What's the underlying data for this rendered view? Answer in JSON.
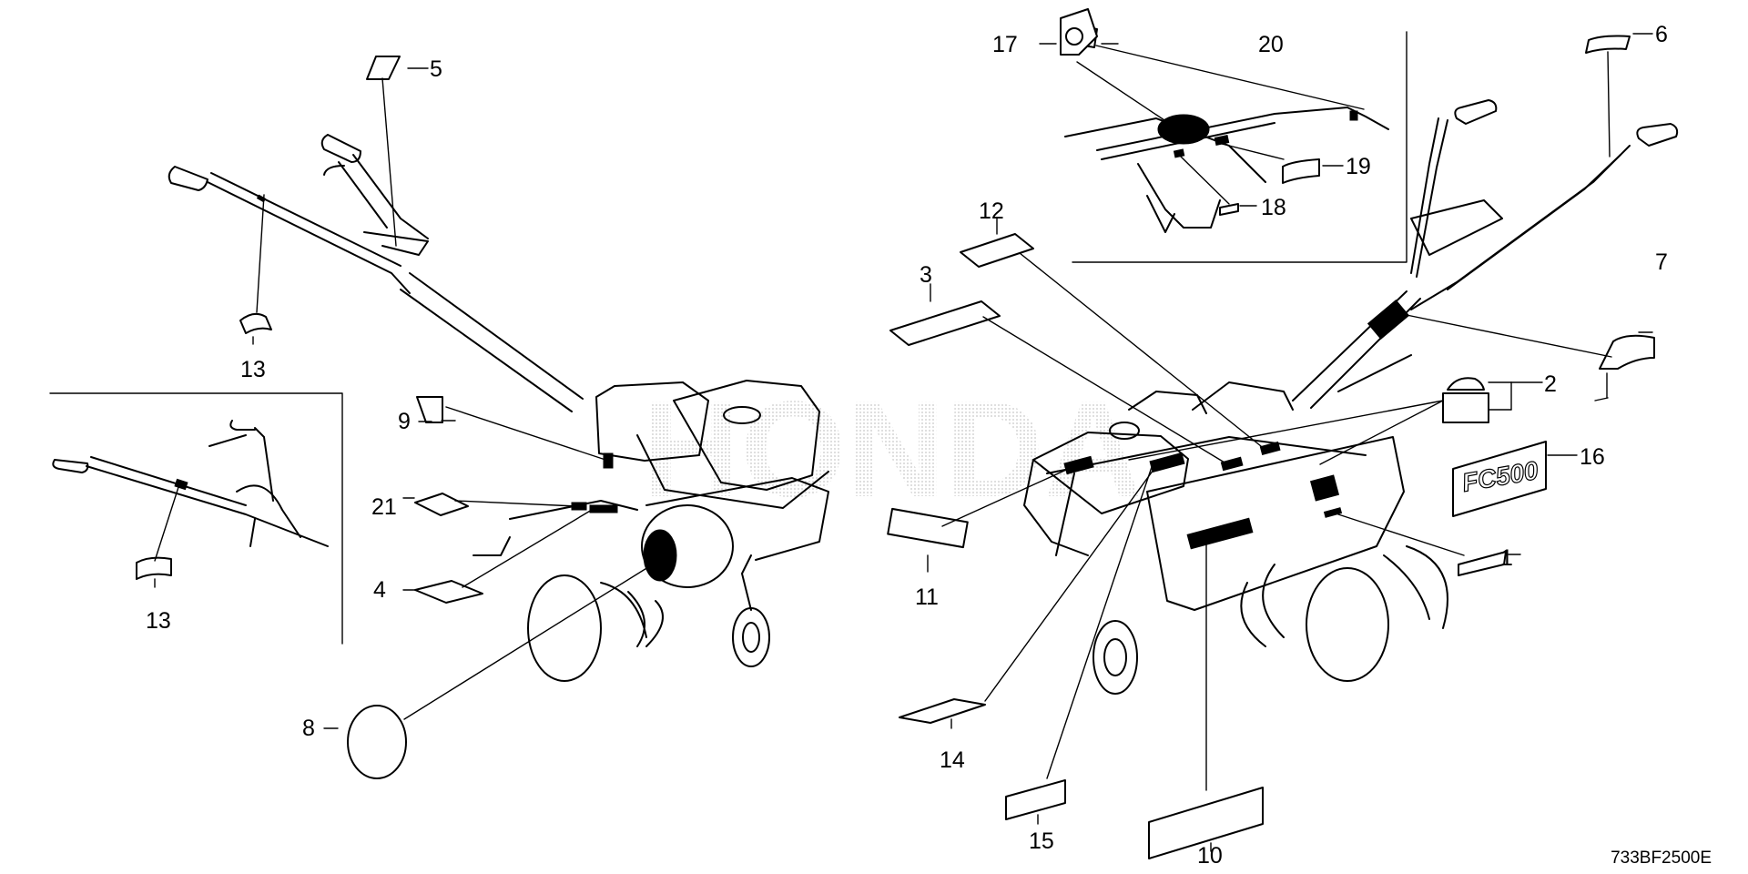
{
  "diagram": {
    "watermark": "HONDA",
    "drawing_code": "733BF2500E",
    "callouts": {
      "c1": "1",
      "c2": "2",
      "c3": "3",
      "c4": "4",
      "c5": "5",
      "c6": "6",
      "c7": "7",
      "c8": "8",
      "c9": "9",
      "c10": "10",
      "c11": "11",
      "c12": "12",
      "c13a": "13",
      "c13b": "13",
      "c14": "14",
      "c15": "15",
      "c16": "16",
      "c17": "17",
      "c18": "18",
      "c19": "19",
      "c20": "20",
      "c21": "21"
    },
    "logo_text": "FC500"
  }
}
